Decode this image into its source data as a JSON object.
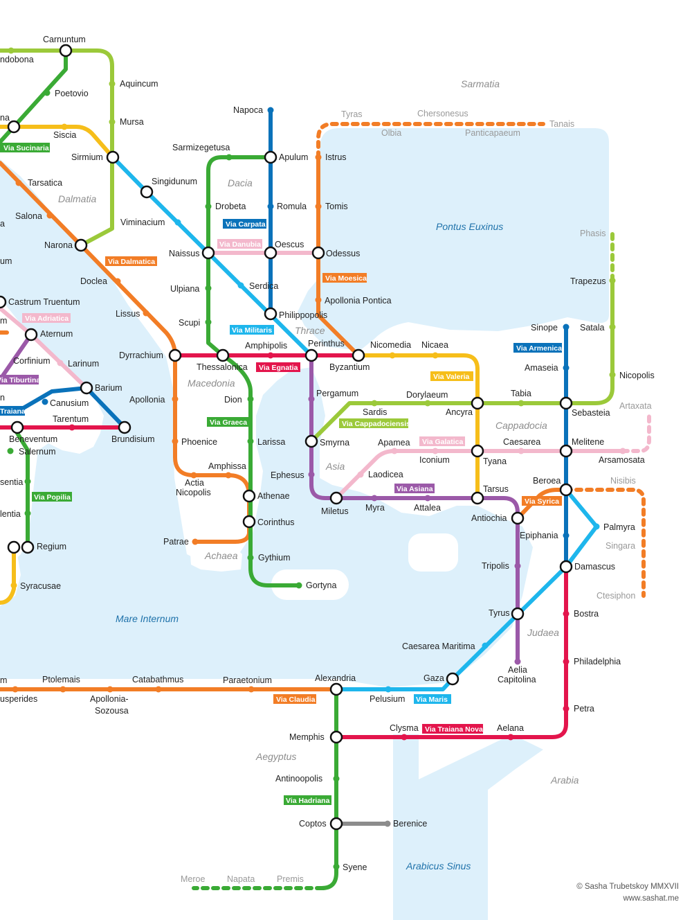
{
  "colors": {
    "orange": "#f27d26",
    "green": "#3aaa35",
    "lime": "#9bc93a",
    "yellow": "#f6be1a",
    "blue": "#0a72ba",
    "cyan": "#1eb6ec",
    "red": "#e3154c",
    "purple": "#9b59a8",
    "pink": "#f3b8cc",
    "gray": "#8c8c8c",
    "sea": "#ddf0fb"
  },
  "seas": {
    "pontus": "Pontus Euxinus",
    "internum": "Mare Internum",
    "arabicus": "Arabicus Sinus"
  },
  "regions": {
    "sarmatia": "Sarmatia",
    "dacia": "Dacia",
    "dalmatia": "Dalmatia",
    "thrace": "Thrace",
    "macedonia": "Macedonia",
    "cappadocia": "Cappadocia",
    "asia": "Asia",
    "achaea": "Achaea",
    "judaea": "Judaea",
    "aegyptus": "Aegyptus",
    "arabia": "Arabia"
  },
  "vias": {
    "sucinaria": "Via Sucinaria",
    "carpata": "Via Carpata",
    "danubia": "Via Danubia",
    "dalmatica": "Via Dalmatica",
    "moesica": "Via Moesica",
    "adriatica": "Via Adriatica",
    "militaris": "Via Militaris",
    "armenica": "Via Armenica",
    "tiburtina": "Via Tiburtina",
    "traiana": "Traiana",
    "egnatia": "Via Egnatia",
    "valeria": "Via Valeria",
    "graeca": "Via Graeca",
    "cappadociensis": "Via Cappadociensis",
    "galatica": "Via Galatica",
    "asiana": "Via Asiana",
    "syriaca": "Via Syrica",
    "popilia": "Via Popilia",
    "claudia": "Via Claudia",
    "maris": "Via Maris",
    "traiana_nova": "Via Traiana Nova",
    "hadriana": "Via Hadriana"
  },
  "stations": {
    "carnuntum": "Carnuntum",
    "vindobona": "ndobona",
    "aquincum": "Aquincum",
    "poetovio": "Poetovio",
    "mursa": "Mursa",
    "siscia": "Siscia",
    "sirmium": "Sirmium",
    "napoca": "Napoca",
    "tyras": "Tyras",
    "olbia": "Olbia",
    "chersonesus": "Chersonesus",
    "panticapaeum": "Panticapaeum",
    "tanais": "Tanais",
    "sarmizegetusa": "Sarmizegetusa",
    "apulum": "Apulum",
    "istrus": "Istrus",
    "singidunum": "Singidunum",
    "tarsatica": "Tarsatica",
    "drobeta": "Drobeta",
    "romula": "Romula",
    "tomis": "Tomis",
    "salona": "Salona",
    "viminacium": "Viminacium",
    "phasis": "Phasis",
    "narona": "Narona",
    "naissus": "Naissus",
    "oescus": "Oescus",
    "odessus": "Odessus",
    "doclea": "Doclea",
    "trapezus": "Trapezus",
    "serdica": "Serdica",
    "ulpiana": "Ulpiana",
    "castrum": "Castrum Truentum",
    "apollonia_pontica": "Apollonia Pontica",
    "lissus": "Lissus",
    "philippopolis": "Philippopolis",
    "scupi": "Scupi",
    "sinope": "Sinope",
    "satala": "Satala",
    "aternum": "Aternum",
    "amphipolis": "Amphipolis",
    "perinthus": "Perinthus",
    "nicomedia": "Nicomedia",
    "nicaea": "Nicaea",
    "dyrrachium": "Dyrrachium",
    "corfinium": "Corfinium",
    "larinum": "Larinum",
    "thessalonica": "Thessalonica",
    "byzantium": "Byzantium",
    "amaseia": "Amaseia",
    "nicopolis": "Nicopolis",
    "barium": "Barium",
    "pergamum": "Pergamum",
    "canusium": "Canusium",
    "dion": "Dion",
    "apollonia": "Apollonia",
    "dorylaeum": "Dorylaeum",
    "tabia": "Tabia",
    "sardis": "Sardis",
    "ancyra": "Ancyra",
    "sebasteia": "Sebasteia",
    "artaxata": "Artaxata",
    "tarentum": "Tarentum",
    "brundisium": "Brundisium",
    "beneventum": "Beneventum",
    "phoenice": "Phoenice",
    "larissa": "Larissa",
    "smyrna": "Smyrna",
    "apamea": "Apamea",
    "caesarea": "Caesarea",
    "melitene": "Melitene",
    "salernum": "Salernum",
    "iconium": "Iconium",
    "tyana": "Tyana",
    "arsamosata": "Arsamosata",
    "amphissa": "Amphissa",
    "laodicea": "Laodicea",
    "ephesus": "Ephesus",
    "nisibis": "Nisibis",
    "beroea": "Beroea",
    "actia": "Actia",
    "nicopolis2": "Nicopolis",
    "tarsus": "Tarsus",
    "athenae": "Athenae",
    "miletus": "Miletus",
    "myra": "Myra",
    "attalea": "Attalea",
    "antiochia": "Antiochia",
    "palmyra": "Palmyra",
    "corinthus": "Corinthus",
    "epiphania": "Epiphania",
    "patrae": "Patrae",
    "singara": "Singara",
    "regium": "Regium",
    "gythium": "Gythium",
    "tripolis": "Tripolis",
    "damascus": "Damascus",
    "gortyna": "Gortyna",
    "syracusae": "Syracusae",
    "ctesiphon": "Ctesiphon",
    "tyrus": "Tyrus",
    "bostra": "Bostra",
    "caesarea_maritima": "Caesarea Maritima",
    "philadelphia": "Philadelphia",
    "aelia": "Aelia",
    "capitolina": "Capitolina",
    "ptolemais": "Ptolemais",
    "catabathmus": "Catabathmus",
    "paraetonium": "Paraetonium",
    "alexandria": "Alexandria",
    "gaza": "Gaza",
    "hesperides": "usperides",
    "apollonia_s": "Apollonia-",
    "sozousa": "Sozousa",
    "pelusium": "Pelusium",
    "petra": "Petra",
    "clysma": "Clysma",
    "aelana": "Aelana",
    "memphis": "Memphis",
    "antinoopolis": "Antinoopolis",
    "coptos": "Coptos",
    "berenice": "Berenice",
    "syene": "Syene",
    "meroe": "Meroe",
    "napata": "Napata",
    "premis": "Premis",
    "edge_na": "na",
    "edge_um1": "um",
    "edge_a1": "a",
    "edge_um2": "um",
    "edge_m": "m",
    "edge_n": "n",
    "edge_sentia": "sentia",
    "edge_lentia": "lentia",
    "edge_m2": "m"
  },
  "credit": {
    "line1": "© Sasha Trubetskoy MMXVII",
    "line2": "www.sashat.me"
  }
}
